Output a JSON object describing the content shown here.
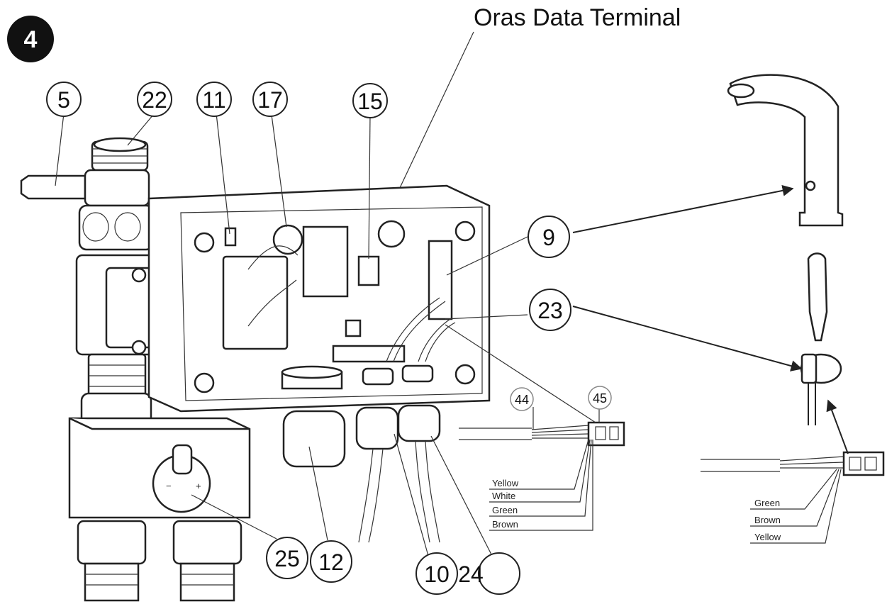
{
  "figure": {
    "step_number": "4",
    "title": "Oras Data Terminal"
  },
  "callouts": [
    {
      "id": "5",
      "label": "5"
    },
    {
      "id": "22",
      "label": "22"
    },
    {
      "id": "11",
      "label": "11"
    },
    {
      "id": "17",
      "label": "17"
    },
    {
      "id": "15",
      "label": "15"
    },
    {
      "id": "9",
      "label": "9"
    },
    {
      "id": "23",
      "label": "23"
    },
    {
      "id": "44",
      "label": "44"
    },
    {
      "id": "45",
      "label": "45"
    },
    {
      "id": "25",
      "label": "25"
    },
    {
      "id": "12",
      "label": "12"
    },
    {
      "id": "10",
      "label": "10"
    },
    {
      "id": "24",
      "label": "24"
    }
  ],
  "connector_45_wires": [
    "Yellow",
    "White",
    "Green",
    "Brown"
  ],
  "connector_right_wires": [
    "Green",
    "Brown",
    "Yellow"
  ]
}
